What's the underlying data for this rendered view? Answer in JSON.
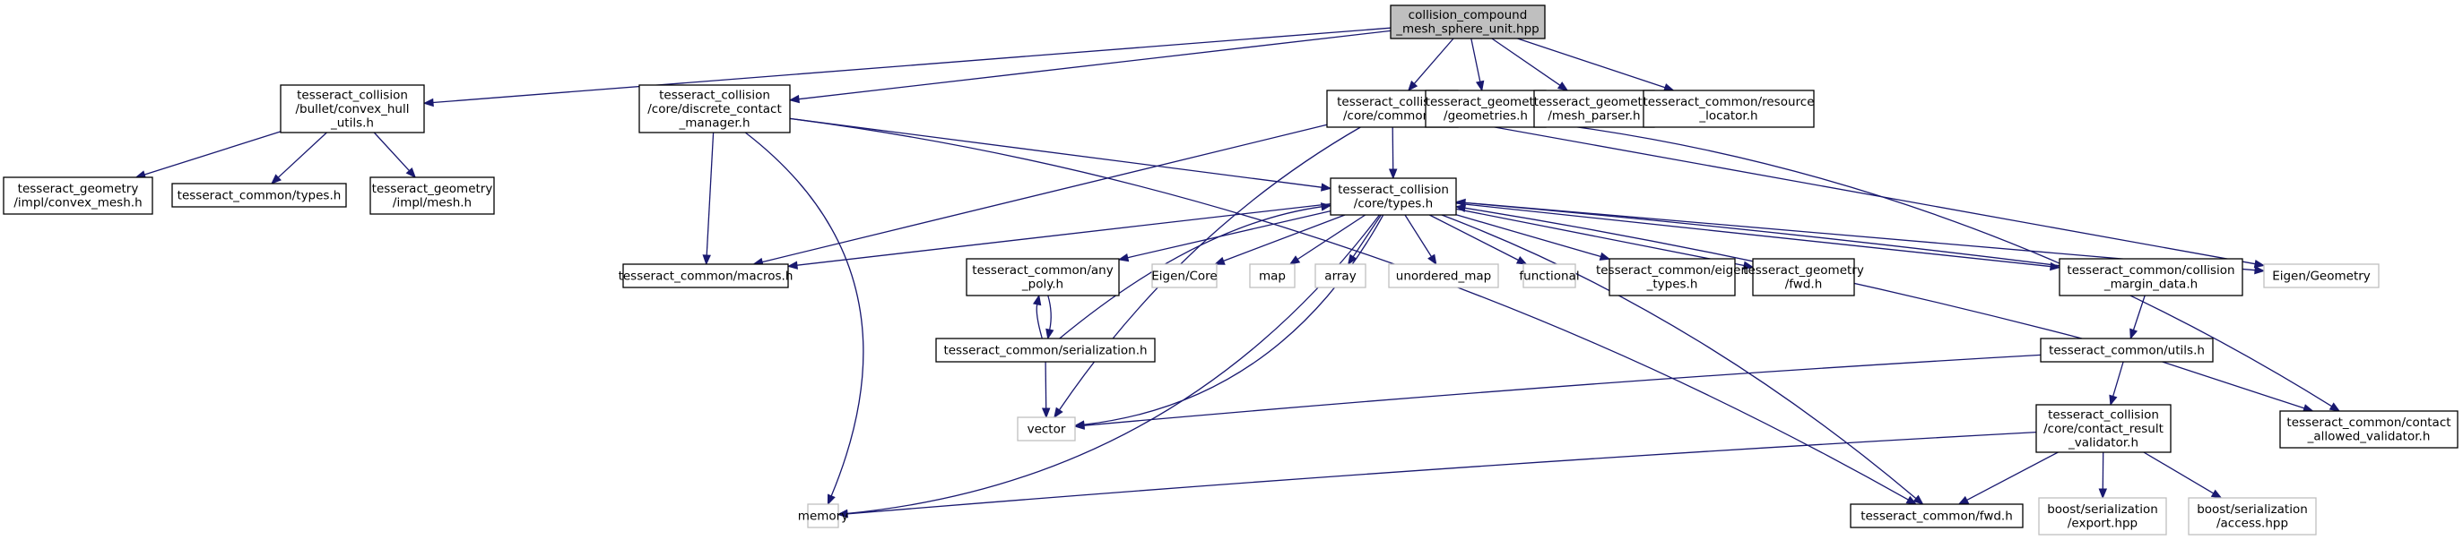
{
  "title": "collision_compound_mesh_sphere_unit.hpp include dependency graph",
  "colors": {
    "edge": "#191970",
    "root_fill": "#bfbfbf",
    "local_border": "#000000",
    "external_border": "#bfbfbf"
  },
  "nodes": [
    {
      "id": "root",
      "kind": "root",
      "lines": [
        "collision_compound",
        "_mesh_sphere_unit.hpp"
      ]
    },
    {
      "id": "convex_hull_utils",
      "kind": "local",
      "lines": [
        "tesseract_collision",
        "/bullet/convex_hull",
        "_utils.h"
      ]
    },
    {
      "id": "discrete_contact_manager",
      "kind": "local",
      "lines": [
        "tesseract_collision",
        "/core/discrete_contact",
        "_manager.h"
      ]
    },
    {
      "id": "core_common",
      "kind": "local",
      "lines": [
        "tesseract_collision",
        "/core/common.h"
      ]
    },
    {
      "id": "geometries",
      "kind": "local",
      "lines": [
        "tesseract_geometry",
        "/geometries.h"
      ]
    },
    {
      "id": "mesh_parser",
      "kind": "local",
      "lines": [
        "tesseract_geometry",
        "/mesh_parser.h"
      ]
    },
    {
      "id": "resource_locator",
      "kind": "local",
      "lines": [
        "tesseract_common/resource",
        "_locator.h"
      ]
    },
    {
      "id": "convex_mesh",
      "kind": "local",
      "lines": [
        "tesseract_geometry",
        "/impl/convex_mesh.h"
      ]
    },
    {
      "id": "common_types",
      "kind": "local",
      "lines": [
        "tesseract_common/types.h"
      ]
    },
    {
      "id": "impl_mesh",
      "kind": "local",
      "lines": [
        "tesseract_geometry",
        "/impl/mesh.h"
      ]
    },
    {
      "id": "core_types",
      "kind": "local",
      "lines": [
        "tesseract_collision",
        "/core/types.h"
      ]
    },
    {
      "id": "macros",
      "kind": "local",
      "lines": [
        "tesseract_common/macros.h"
      ]
    },
    {
      "id": "any_poly",
      "kind": "local",
      "lines": [
        "tesseract_common/any",
        "_poly.h"
      ]
    },
    {
      "id": "eigen_core",
      "kind": "ext",
      "lines": [
        "Eigen/Core"
      ]
    },
    {
      "id": "map",
      "kind": "ext",
      "lines": [
        "map"
      ]
    },
    {
      "id": "array",
      "kind": "ext",
      "lines": [
        "array"
      ]
    },
    {
      "id": "unordered_map",
      "kind": "ext",
      "lines": [
        "unordered_map"
      ]
    },
    {
      "id": "functional",
      "kind": "ext",
      "lines": [
        "functional"
      ]
    },
    {
      "id": "eigen_types",
      "kind": "local",
      "lines": [
        "tesseract_common/eigen",
        "_types.h"
      ]
    },
    {
      "id": "geometry_fwd",
      "kind": "local",
      "lines": [
        "tesseract_geometry",
        "/fwd.h"
      ]
    },
    {
      "id": "collision_margin_data",
      "kind": "local",
      "lines": [
        "tesseract_common/collision",
        "_margin_data.h"
      ]
    },
    {
      "id": "eigen_geometry",
      "kind": "ext",
      "lines": [
        "Eigen/Geometry"
      ]
    },
    {
      "id": "serialization",
      "kind": "local",
      "lines": [
        "tesseract_common/serialization.h"
      ]
    },
    {
      "id": "utils",
      "kind": "local",
      "lines": [
        "tesseract_common/utils.h"
      ]
    },
    {
      "id": "vector",
      "kind": "ext",
      "lines": [
        "vector"
      ]
    },
    {
      "id": "contact_result_validator",
      "kind": "local",
      "lines": [
        "tesseract_collision",
        "/core/contact_result",
        "_validator.h"
      ]
    },
    {
      "id": "contact_allowed_validator",
      "kind": "local",
      "lines": [
        "tesseract_common/contact",
        "_allowed_validator.h"
      ]
    },
    {
      "id": "memory",
      "kind": "ext",
      "lines": [
        "memory"
      ]
    },
    {
      "id": "common_fwd",
      "kind": "local",
      "lines": [
        "tesseract_common/fwd.h"
      ]
    },
    {
      "id": "boost_export",
      "kind": "ext",
      "lines": [
        "boost/serialization",
        "/export.hpp"
      ]
    },
    {
      "id": "boost_access",
      "kind": "ext",
      "lines": [
        "boost/serialization",
        "/access.hpp"
      ]
    }
  ],
  "edges": [
    {
      "from": "root",
      "to": "convex_hull_utils"
    },
    {
      "from": "root",
      "to": "discrete_contact_manager"
    },
    {
      "from": "root",
      "to": "core_common"
    },
    {
      "from": "root",
      "to": "geometries"
    },
    {
      "from": "root",
      "to": "mesh_parser"
    },
    {
      "from": "root",
      "to": "resource_locator"
    },
    {
      "from": "convex_hull_utils",
      "to": "convex_mesh"
    },
    {
      "from": "convex_hull_utils",
      "to": "common_types"
    },
    {
      "from": "convex_hull_utils",
      "to": "impl_mesh"
    },
    {
      "from": "discrete_contact_manager",
      "to": "macros"
    },
    {
      "from": "discrete_contact_manager",
      "to": "core_types"
    },
    {
      "from": "discrete_contact_manager",
      "to": "memory"
    },
    {
      "from": "discrete_contact_manager",
      "to": "common_fwd"
    },
    {
      "from": "core_common",
      "to": "core_types"
    },
    {
      "from": "core_common",
      "to": "macros"
    },
    {
      "from": "core_common",
      "to": "eigen_geometry"
    },
    {
      "from": "core_common",
      "to": "vector"
    },
    {
      "from": "core_common",
      "to": "contact_allowed_validator"
    },
    {
      "from": "core_types",
      "to": "macros"
    },
    {
      "from": "core_types",
      "to": "any_poly"
    },
    {
      "from": "core_types",
      "to": "eigen_core"
    },
    {
      "from": "core_types",
      "to": "map"
    },
    {
      "from": "core_types",
      "to": "array"
    },
    {
      "from": "core_types",
      "to": "unordered_map"
    },
    {
      "from": "core_types",
      "to": "functional"
    },
    {
      "from": "core_types",
      "to": "eigen_types"
    },
    {
      "from": "core_types",
      "to": "geometry_fwd"
    },
    {
      "from": "core_types",
      "to": "collision_margin_data"
    },
    {
      "from": "core_types",
      "to": "eigen_geometry"
    },
    {
      "from": "core_types",
      "to": "vector"
    },
    {
      "from": "core_types",
      "to": "memory"
    },
    {
      "from": "core_types",
      "to": "common_fwd"
    },
    {
      "from": "any_poly",
      "to": "serialization"
    },
    {
      "from": "serialization",
      "to": "any_poly"
    },
    {
      "from": "serialization",
      "to": "core_types"
    },
    {
      "from": "serialization",
      "to": "vector"
    },
    {
      "from": "collision_margin_data",
      "to": "core_types"
    },
    {
      "from": "collision_margin_data",
      "to": "utils"
    },
    {
      "from": "utils",
      "to": "core_types"
    },
    {
      "from": "utils",
      "to": "contact_result_validator"
    },
    {
      "from": "utils",
      "to": "contact_allowed_validator"
    },
    {
      "from": "utils",
      "to": "vector"
    },
    {
      "from": "contact_result_validator",
      "to": "memory"
    },
    {
      "from": "contact_result_validator",
      "to": "common_fwd"
    },
    {
      "from": "contact_result_validator",
      "to": "boost_export"
    },
    {
      "from": "contact_result_validator",
      "to": "boost_access"
    }
  ]
}
